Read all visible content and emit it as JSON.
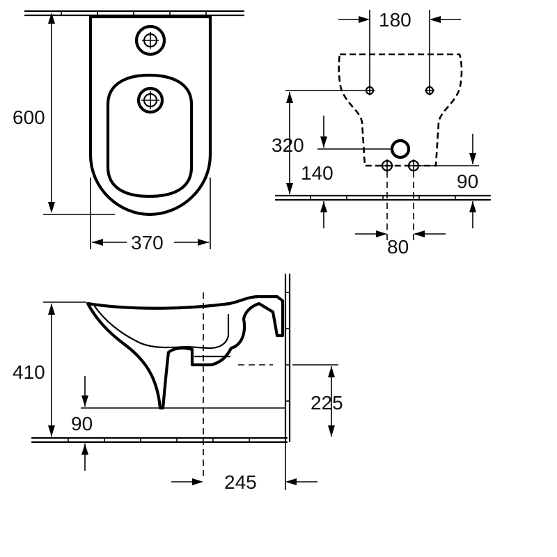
{
  "top_view": {
    "depth_label": "600",
    "width_label": "370"
  },
  "rear_view": {
    "fixing_spacing_label": "180",
    "fixing_height_label": "320",
    "supply_height_label": "140",
    "waste_height_label": "90",
    "waste_spacing_label": "80"
  },
  "side_view": {
    "height_label": "410",
    "underside_label": "90",
    "waste_label": "225",
    "projection_label": "245"
  }
}
